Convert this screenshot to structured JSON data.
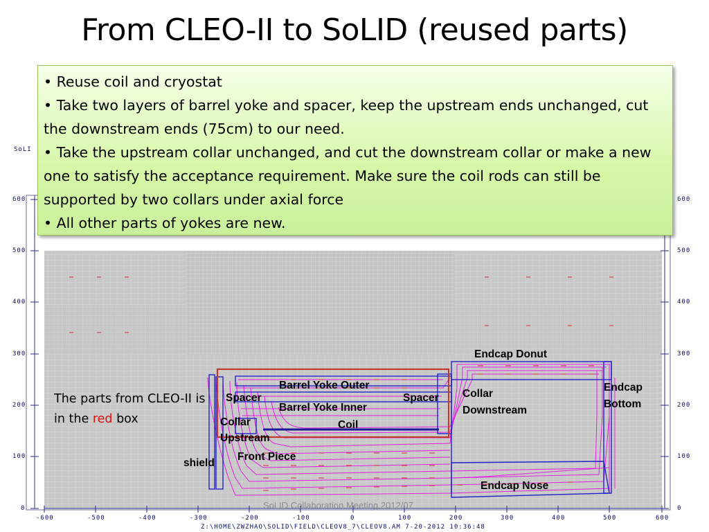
{
  "slide": {
    "title": "From CLEO-II to SoLID (reused parts)",
    "bullets": [
      "• Reuse coil and cryostat",
      "• Take two layers of barrel yoke and spacer, keep the upstream ends unchanged, cut the downstream ends (75cm) to our need.",
      "• Take the upstream collar unchanged, and cut the downstream collar or make a new one to satisfy the acceptance requirement.  Make sure the coil rods can still be supported by two collars under axial force",
      "• All other parts of yokes are new."
    ],
    "note": {
      "before": "The parts from CLEO-II is in the ",
      "highlight": "red",
      "after": " box"
    },
    "footer": "SoLID Collaboration Meeting 2012/07"
  },
  "plot": {
    "program_label": "SoLI",
    "path_line": "Z:\\HOME\\ZWZHAO\\SOLID\\FIELD\\CLEOV8_7\\CLEOV8.AM   7-20-2012  10:36:48",
    "x_ticks": [
      "-600",
      "-500",
      "-400",
      "-300",
      "-200",
      "-100",
      "0",
      "100",
      "200",
      "300",
      "400",
      "500",
      "600"
    ],
    "y_ticks": [
      "0",
      "100",
      "200",
      "300",
      "400",
      "500",
      "600"
    ],
    "colors": {
      "highlight_box": "#c0392b",
      "field_lines": "#e020e0",
      "outline": "#2222cc"
    }
  },
  "labels": {
    "endcap_donut": "Endcap Donut",
    "barrel_yoke_outer": "Barrel Yoke Outer",
    "barrel_yoke_inner": "Barrel Yoke Inner",
    "spacer_left": "Spacer",
    "spacer_right": "Spacer",
    "coil": "Coil",
    "collar_downstream": "Collar\nDownstream",
    "collar_upstream": "Collar\nUpstream",
    "endcap_bottom": "Endcap\nBottom",
    "front_piece": "Front Piece",
    "shield": "shield",
    "endcap_nose": "Endcap Nose"
  }
}
